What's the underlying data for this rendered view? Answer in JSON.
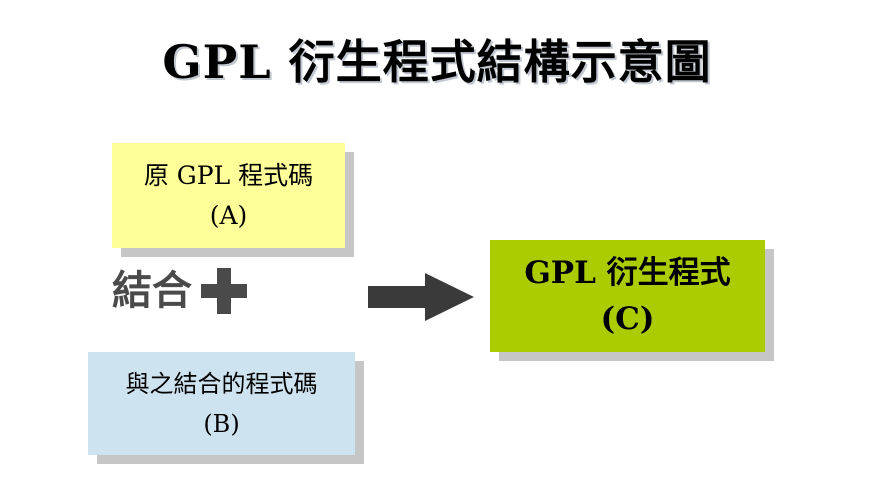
{
  "page": {
    "title": "GPL 衍生程式結構示意圖",
    "background_color": "#ffffff"
  },
  "diagram": {
    "type": "flow",
    "nodes": [
      {
        "id": "A",
        "name": "original-gpl-source",
        "line1": "原 GPL 程式碼",
        "line2": "(A)",
        "fill_color": "#ffff99",
        "text_color": "#000000",
        "shadow_color": "#c6c6c6"
      },
      {
        "id": "B",
        "name": "combined-source",
        "line1": "與之結合的程式碼",
        "line2": "(B)",
        "fill_color": "#cee3f0",
        "text_color": "#000000",
        "shadow_color": "#c6c6c6"
      },
      {
        "id": "C",
        "name": "gpl-derivative-work",
        "line1": "GPL 衍生程式",
        "line2": "(C)",
        "fill_color": "#aacc00",
        "text_color": "#000000",
        "shadow_color": "#c6c6c6"
      }
    ],
    "operator": {
      "label": "結合",
      "icon": "plus-icon",
      "color": "#4a4a4a"
    },
    "connector": {
      "icon": "right-arrow-icon",
      "from": "A+B",
      "to": "C",
      "color": "#3a3a3a"
    }
  }
}
